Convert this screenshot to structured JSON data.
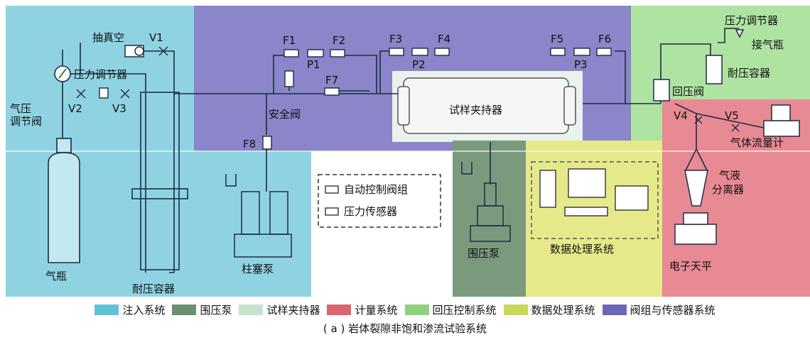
{
  "colors": {
    "injection": "#8fd3e3",
    "confining_pump": "#7a9a7e",
    "specimen_holder": "#cfe5d6",
    "metering": "#e88a94",
    "back_pressure": "#aee3a2",
    "data_processing": "#e6e98a",
    "valves_sensors": "#8a86c9"
  },
  "labels": {
    "vacuum": "抽真空",
    "pressure_regulator_left": "压力调节器",
    "gas_pressure_valve": "气压\n调节阀",
    "gas_bottle": "气瓶",
    "pressure_vessel_left": "耐压容器",
    "safety_valve": "安全阀",
    "plunger_pump": "柱塞泵",
    "specimen_holder": "试样夹持器",
    "confining_pump": "围压泵",
    "auto_valve_group": "自动控制阀组",
    "pressure_sensor": "压力传感器",
    "data_system": "数据处理系统",
    "pressure_regulator_right": "压力调节器",
    "gas_connect": "接气瓶",
    "pressure_vessel_right": "耐压容器",
    "back_pressure_valve": "回压阀",
    "gas_flowmeter": "气体流量计",
    "gas_liquid_separator": "气液\n分离器",
    "balance": "电子天平",
    "v1": "V1",
    "v2": "V2",
    "v3": "V3",
    "v4": "V4",
    "v5": "V5",
    "f1": "F1",
    "f2": "F2",
    "f3": "F3",
    "f4": "F4",
    "f5": "F5",
    "f6": "F6",
    "f7": "F7",
    "f8": "F8",
    "p1": "P1",
    "p2": "P2",
    "p3": "P3"
  },
  "legend": [
    {
      "label": "注入系统",
      "color": "#5fc3d8"
    },
    {
      "label": "围压泵",
      "color": "#6b8f70"
    },
    {
      "label": "试样夹持器",
      "color": "#c7e3cf"
    },
    {
      "label": "计量系统",
      "color": "#d9666f"
    },
    {
      "label": "回压控制系统",
      "color": "#8ed27f"
    },
    {
      "label": "数据处理系统",
      "color": "#c9d65a"
    },
    {
      "label": "阀组与传感器系统",
      "color": "#6b67b8"
    }
  ],
  "caption": "( a ) 岩体裂隙非饱和渗流试验系统"
}
